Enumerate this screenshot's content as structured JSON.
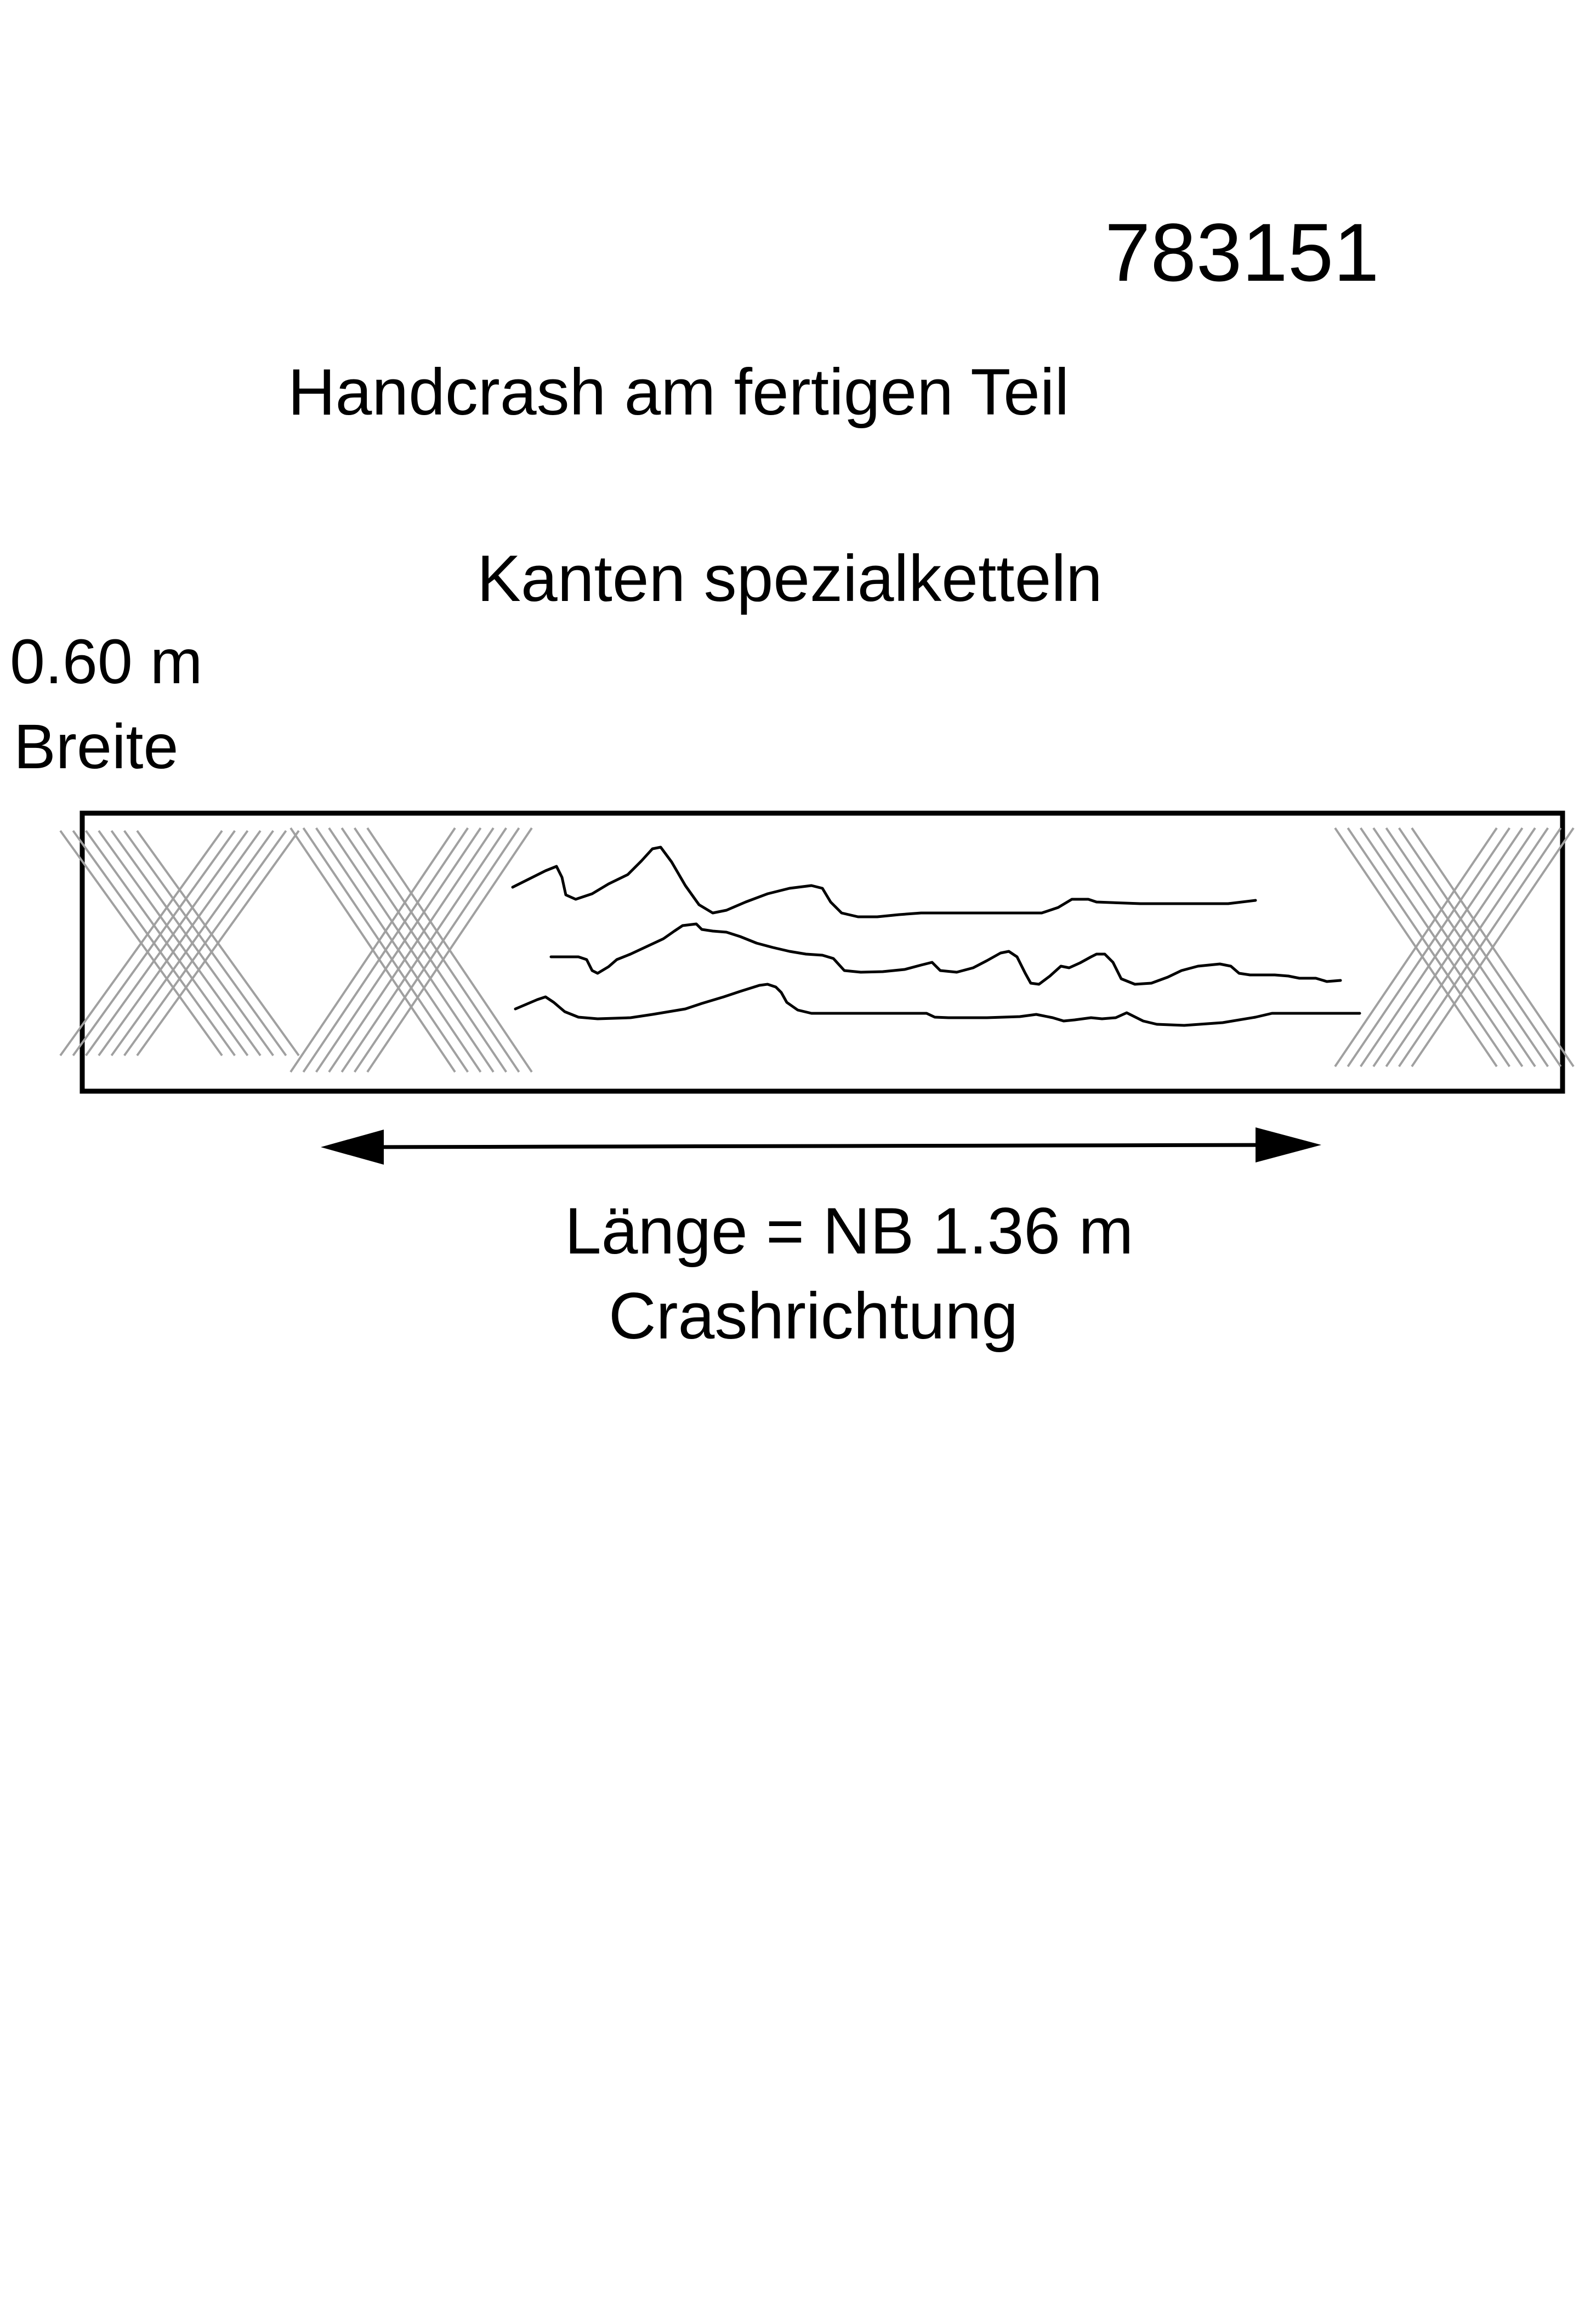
{
  "header": {
    "article_number": "783151",
    "title": "Handcrash am fertigen Teil",
    "subtitle": "Kanten spezialketteln"
  },
  "dimensions": {
    "width_value": "0.60 m",
    "width_label": "Breite",
    "length_label": "Länge =  NB 1.36 m",
    "direction_label": "Crashrichtung"
  },
  "colors": {
    "outline": "#000000",
    "hatch": "#a0a0a0",
    "background": "#ffffff"
  },
  "icons": {
    "direction_arrow": "double-headed-arrow",
    "edge_marks": "cross-hatch",
    "crash_lines": "wavy-crash-lines"
  }
}
